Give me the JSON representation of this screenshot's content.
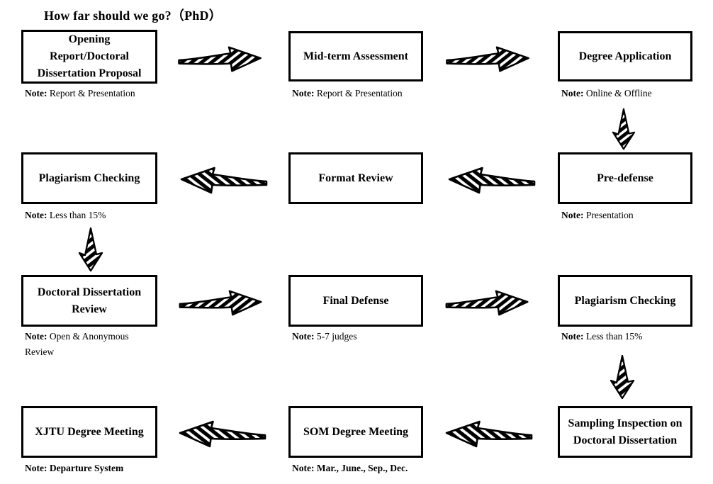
{
  "title": "How far should we go?（PhD）",
  "note_prefix": "Note:",
  "steps": [
    {
      "label": "Opening\nReport/Doctoral\nDissertation Proposal",
      "note": "Report & Presentation"
    },
    {
      "label": "Mid-term Assessment",
      "note": "Report & Presentation"
    },
    {
      "label": "Degree Application",
      "note": "Online & Offline"
    },
    {
      "label": "Pre-defense",
      "note": "Presentation"
    },
    {
      "label": "Format Review",
      "note": ""
    },
    {
      "label": "Plagiarism Checking",
      "note": "Less than 15%"
    },
    {
      "label": "Doctoral Dissertation\nReview",
      "note": "Open & Anonymous\nReview"
    },
    {
      "label": "Final Defense",
      "note": "5-7 judges"
    },
    {
      "label": "Plagiarism Checking",
      "note": "Less than 15%"
    },
    {
      "label": "Sampling Inspection on\nDoctoral Dissertation",
      "note": ""
    },
    {
      "label": "SOM Degree Meeting",
      "note": "Mar., June., Sep., Dec."
    },
    {
      "label": "XJTU Degree Meeting",
      "note": "Departure System"
    }
  ],
  "colors": {
    "ink": "#000000",
    "background": "#ffffff"
  }
}
